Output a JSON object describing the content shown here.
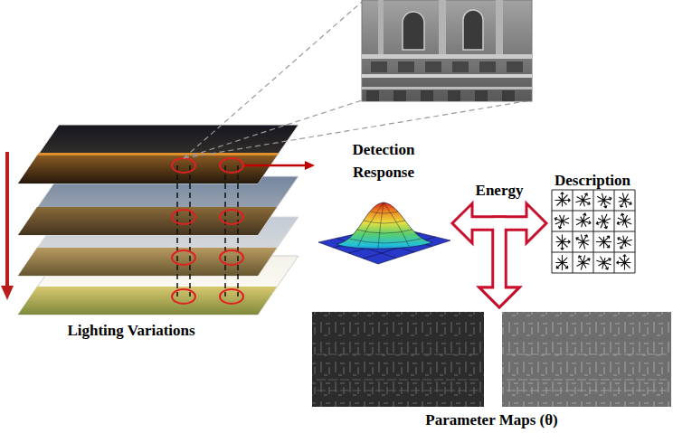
{
  "diagram": {
    "nodes": [
      {
        "text": [
          "Lighting Variations"
        ]
      },
      {
        "text": [
          "Detection Response"
        ]
      },
      {
        "text": [
          "Description"
        ]
      },
      {
        "text": [
          "Parameter Maps (θ)"
        ]
      }
    ],
    "edges": [
      {
        "from": 0,
        "to": 1,
        "arrow": "to"
      },
      {
        "from": 1,
        "to": 2,
        "label": "Energy",
        "arrow": "both"
      },
      {
        "from": 1,
        "to": 3,
        "arrow": "to"
      },
      {
        "from": 2,
        "to": 3,
        "arrow": "to"
      }
    ]
  }
}
